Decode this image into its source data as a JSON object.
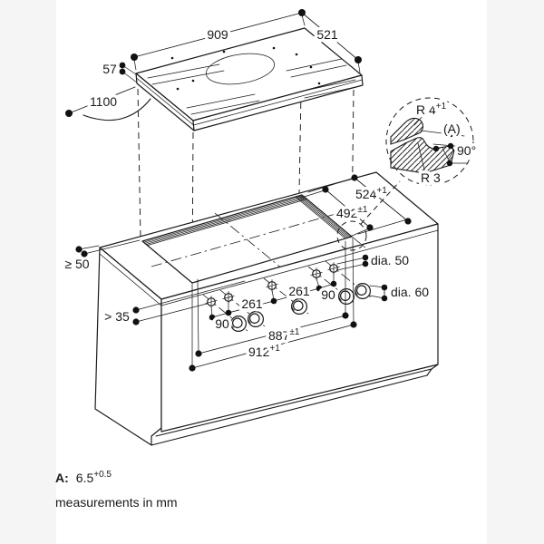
{
  "drawing": {
    "cooktop": {
      "width": "909",
      "depth": "521",
      "height": "57",
      "cable_length": "1100"
    },
    "detail": {
      "top_radius": "R 4",
      "top_radius_sup": "+1",
      "step_ref": "(A)",
      "angle": "90°",
      "inner_radius": "R 3"
    },
    "worktop": {
      "cutout_depth": "524",
      "cutout_depth_sup": "+1",
      "recess_depth": "492",
      "recess_depth_sup": "±1",
      "recess_width": "887",
      "recess_width_sup": "±1",
      "cutout_width": "912",
      "cutout_width_sup": "+1",
      "rear_clearance": "≥ 50",
      "front_clearance": "> 35"
    },
    "controls": {
      "hole_spacing_left": "90",
      "group_spacing_left": "261",
      "group_spacing_right": "261",
      "hole_spacing_right": "90",
      "hole_diameter": "dia. 50",
      "knob_diameter": "dia. 60"
    },
    "notes": {
      "a_key": "A:",
      "a_value": "6.5",
      "a_value_sup": "+0.5",
      "units": "measurements in mm"
    }
  }
}
